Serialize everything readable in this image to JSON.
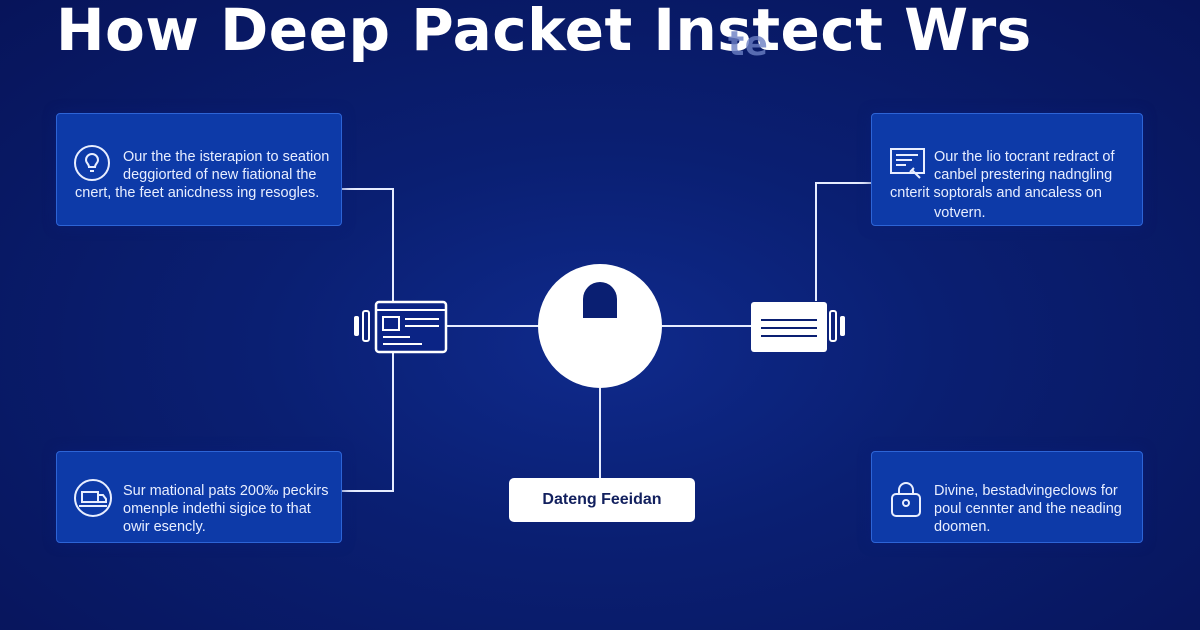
{
  "title": "How Deep Packet Instect Wrs",
  "title_overlay": "te",
  "cards": {
    "top_left": {
      "icon": "lightbulb-icon",
      "lines": [
        "Our the the isterapion to seation",
        "deggiorted of new fiational the",
        "cnert,  the feet anicdness ing resogles."
      ]
    },
    "bottom_left": {
      "icon": "truck-icon",
      "lines": [
        "Sur mational pats 200‰ peckirs",
        "omenple indethi sigice to that",
        "owir esencly."
      ]
    },
    "top_right": {
      "icon": "document-edit-icon",
      "lines": [
        "Our the lio tocrant redract of",
        "canbel prestering nadngling",
        "cnterit soptorals and ancaless on",
        "votvern."
      ]
    },
    "bottom_right": {
      "icon": "lock-icon",
      "lines": [
        "Divine, bestadvingeclows for",
        "poul cennter and the neading",
        "doomen."
      ]
    }
  },
  "badge": {
    "label": "Dateng Feeidan"
  },
  "colors": {
    "background": "#0a1f72",
    "card": "#0d3aa8",
    "card_border": "#2d64d6",
    "line": "#ffffff",
    "hub": "#ffffff"
  }
}
